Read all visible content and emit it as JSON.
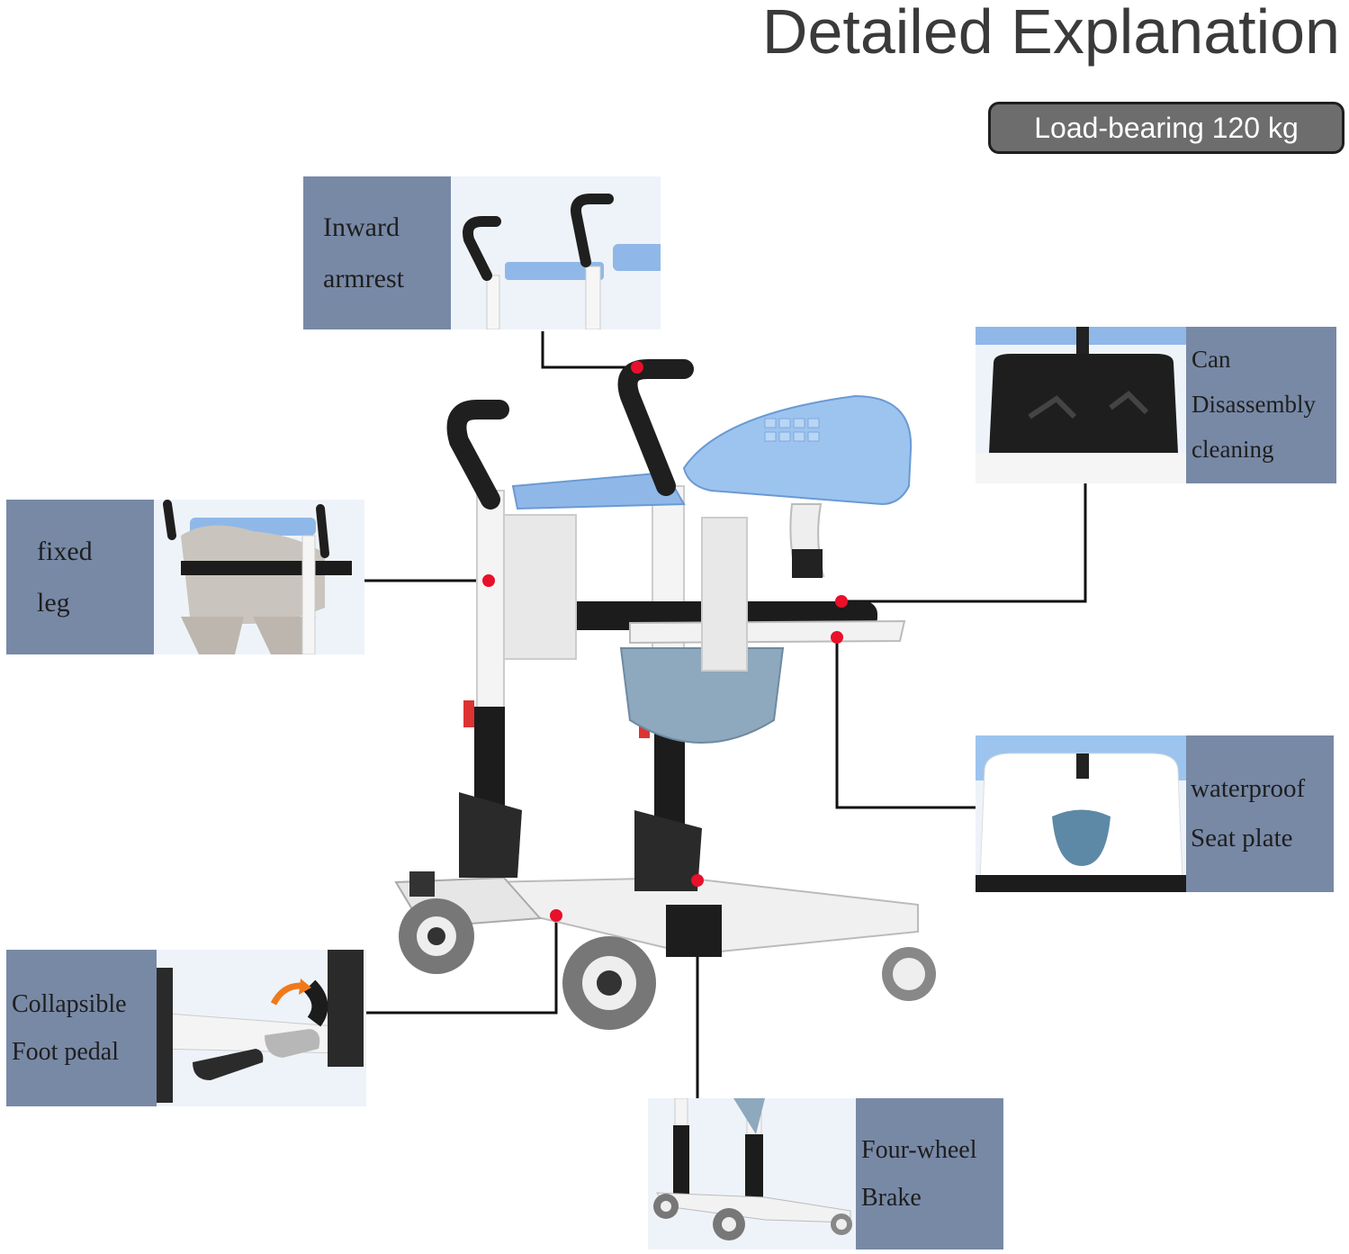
{
  "header": {
    "title": "Detailed Explanation",
    "badge": "Load-bearing 120 kg"
  },
  "callouts": {
    "armrest": {
      "line1": "Inward",
      "line2": "armrest"
    },
    "leg": {
      "line1": "fixed",
      "line2": "leg"
    },
    "disassembly": {
      "line1": "Can",
      "line2": "Disassembly",
      "line3": "cleaning"
    },
    "seat": {
      "line1": "waterproof",
      "line2": "Seat plate"
    },
    "pedal": {
      "line1": "Collapsible",
      "line2": "Foot pedal"
    },
    "brake": {
      "line1": "Four-wheel",
      "line2": "Brake"
    }
  },
  "colors": {
    "label_bg": "#7889a6",
    "seat_blue": "#8fb8e8",
    "frame_white": "#f2f2f2",
    "marker_red": "#e8102a"
  }
}
